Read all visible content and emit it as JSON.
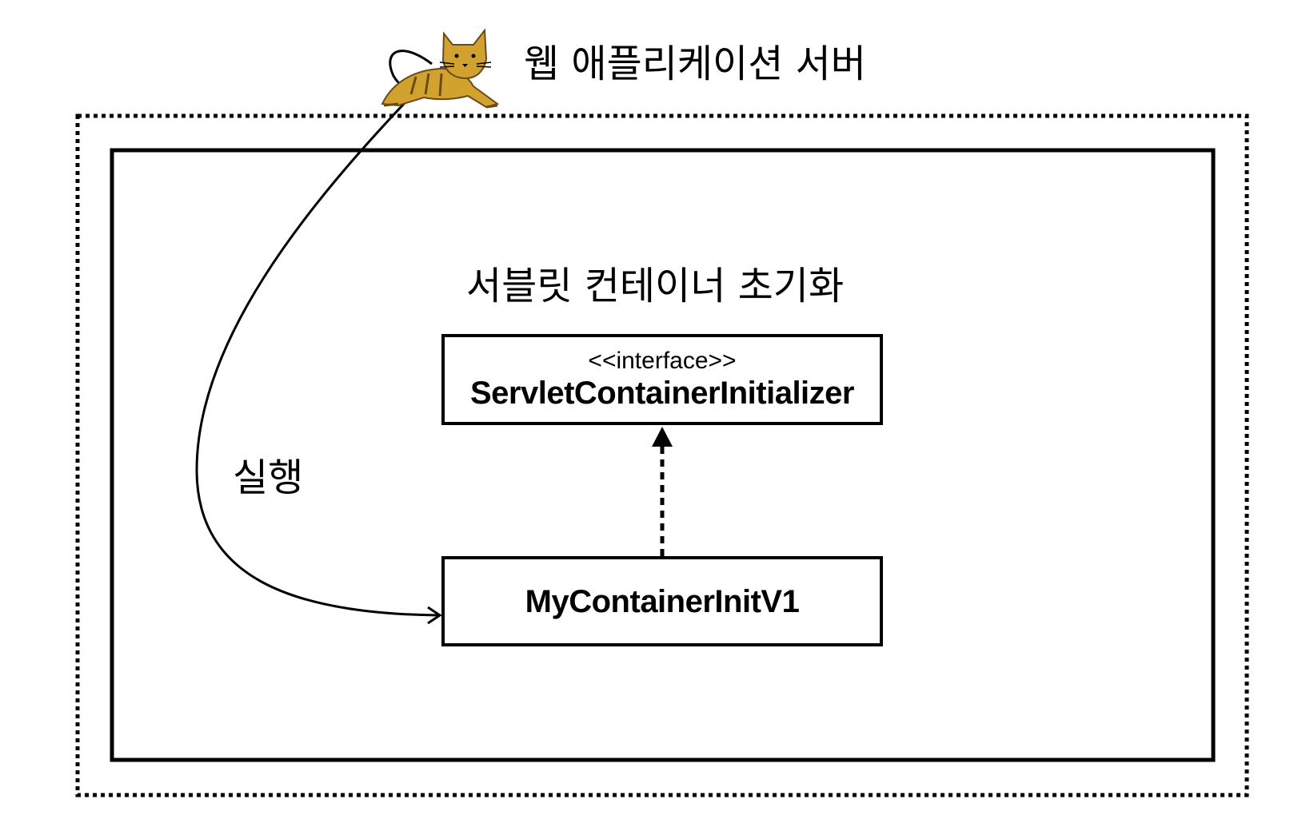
{
  "server": {
    "title": "웹 애플리케이션 서버",
    "logo_icon": "tomcat-logo-icon"
  },
  "container": {
    "title": "서블릿 컨테이너 초기화"
  },
  "interface_box": {
    "stereotype": "<<interface>>",
    "name": "ServletContainerInitializer"
  },
  "impl_box": {
    "name": "MyContainerInitV1"
  },
  "arrows": {
    "exec_label": "실행"
  },
  "colors": {
    "line": "#000000",
    "background": "#ffffff",
    "tomcat_body": "#D1A32E",
    "tomcat_stripes": "#6B4A1A"
  }
}
